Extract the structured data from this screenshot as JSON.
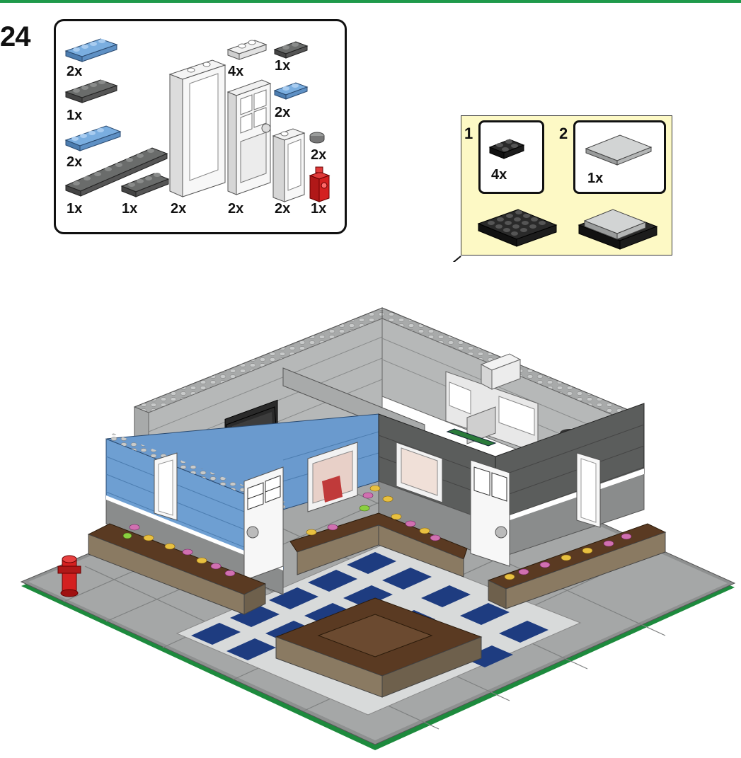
{
  "step": {
    "number": "24"
  },
  "parts_list": {
    "items": [
      {
        "name": "blue-plate-1x4",
        "qty": "2x"
      },
      {
        "name": "dark-grey-plate-1x4",
        "qty": "1x"
      },
      {
        "name": "blue-plate-1x6",
        "qty": "2x"
      },
      {
        "name": "dark-grey-plate-1x8",
        "qty": "1x"
      },
      {
        "name": "dark-grey-plate-1x4b",
        "qty": "1x"
      },
      {
        "name": "white-door-frame",
        "qty": "2x"
      },
      {
        "name": "white-plate-clip",
        "qty": "4x"
      },
      {
        "name": "white-door",
        "qty": "2x"
      },
      {
        "name": "dark-grey-plate-1x2",
        "qty": "1x"
      },
      {
        "name": "blue-plate-1x2",
        "qty": "2x"
      },
      {
        "name": "white-window-frame",
        "qty": "2x"
      },
      {
        "name": "grey-round-tile",
        "qty": "2x"
      },
      {
        "name": "red-bracket",
        "qty": "1x"
      }
    ]
  },
  "callout": {
    "steps": [
      {
        "number": "1",
        "qty": "4x"
      },
      {
        "number": "2",
        "qty": "1x"
      }
    ]
  },
  "colors": {
    "header_bar": "#1f9a4b",
    "callout_bg": "#fdf9c5",
    "brick_blue": "#6e9fd2",
    "brick_dark_grey": "#5b5d5c",
    "brick_light_grey": "#a4a6a6",
    "plant_pink": "#d070b0",
    "plant_yellow": "#e8c040",
    "tile_dark_blue": "#1e3c80",
    "hydrant_red": "#d42020"
  }
}
